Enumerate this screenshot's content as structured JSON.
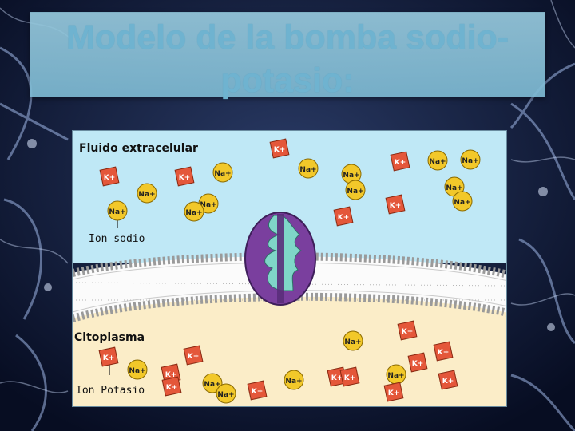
{
  "slide": {
    "title": "Modelo de la bomba sodio-potasio:"
  },
  "diagram": {
    "region_labels": {
      "extracellular": "Fluido extracelular",
      "cytoplasm": "Citoplasma"
    },
    "callouts": {
      "sodium_ion": "Ion sodio",
      "potassium_ion": "Ion Potasio"
    },
    "ion_labels": {
      "sodium": "Na+",
      "potassium": "K+"
    },
    "colors": {
      "extracellular": "#bfe8f6",
      "cytoplasm": "#fbedc8",
      "sodium": "#f2c82a",
      "potassium": "#e4573a",
      "pump": "#7a3f9e",
      "pump_channel": "#7fd6c8"
    }
  }
}
